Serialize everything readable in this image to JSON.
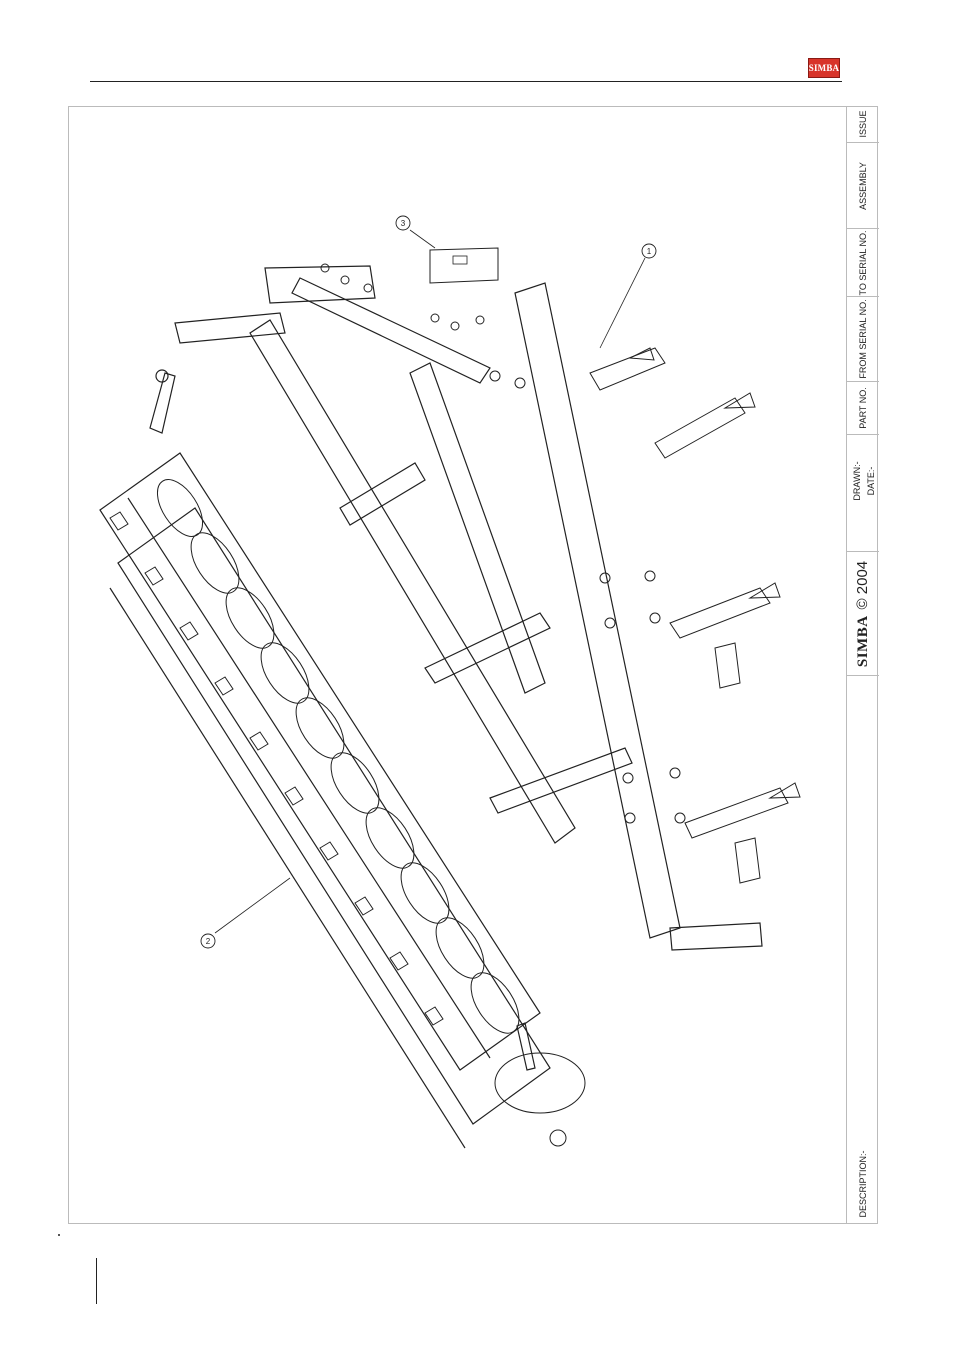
{
  "header": {
    "logo_text": "SIMBA"
  },
  "callouts": [
    {
      "number": "3"
    },
    {
      "number": "1"
    },
    {
      "number": "2"
    }
  ],
  "title_block": {
    "issue": "ISSUE",
    "assembly": "ASSEMBLY",
    "to_serial": "TO SERIAL NO.",
    "from_serial": "FROM SERIAL NO.",
    "part_no": "PART NO.",
    "drawn": "DRAWN:-",
    "date": "DATE:-",
    "brand": "SIMBA",
    "copyright": "© 2004",
    "description": "DESCRIPTION:-"
  },
  "colors": {
    "brand_red": "#d8342a",
    "line": "#222222",
    "frame": "#bbbbbb"
  }
}
